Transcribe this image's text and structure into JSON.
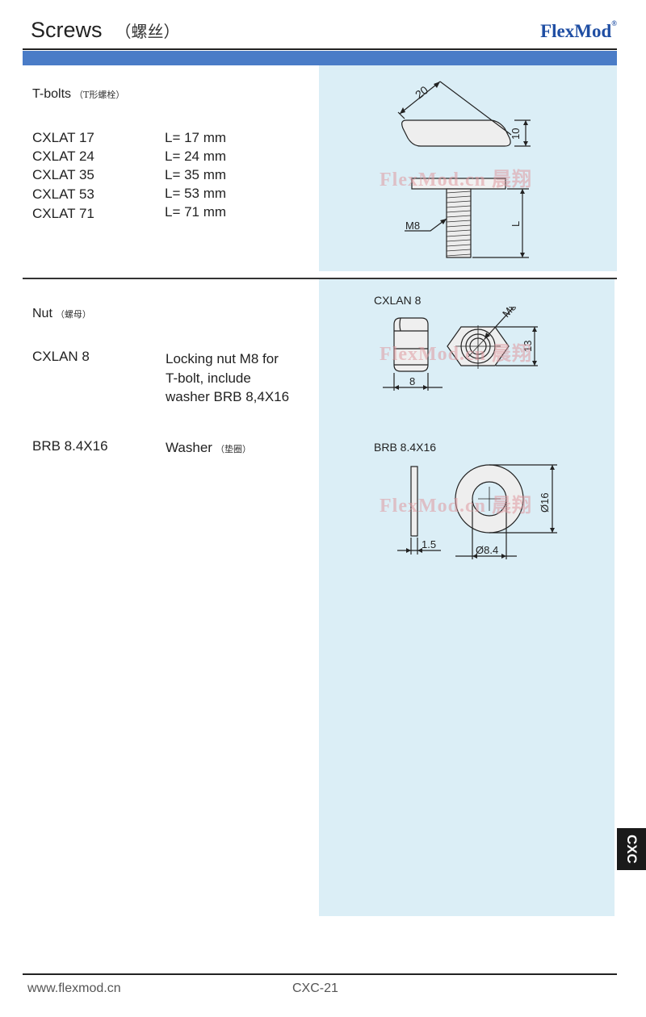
{
  "header": {
    "title": "Screws",
    "title_cn": "（螺丝）",
    "brand": "FlexMod",
    "brand_mark": "®"
  },
  "tbolts": {
    "title": "T-bolts",
    "title_cn": "（T形螺栓）",
    "items": [
      {
        "code": "CXLAT 17",
        "length": "L= 17 mm"
      },
      {
        "code": "CXLAT 24",
        "length": "L= 24 mm"
      },
      {
        "code": "CXLAT 35",
        "length": "L= 35 mm"
      },
      {
        "code": "CXLAT 53",
        "length": "L= 53 mm"
      },
      {
        "code": "CXLAT 71",
        "length": "L= 71 mm"
      }
    ],
    "drawing": {
      "dim_width": "20",
      "dim_height": "10",
      "thread": "M8",
      "length": "L"
    }
  },
  "nut": {
    "title": "Nut",
    "title_cn": "（螺母）",
    "code": "CXLAN 8",
    "description": [
      "Locking nut M8 for",
      "T-bolt, include",
      "washer  BRB 8,4X16"
    ],
    "drawing": {
      "label": "CXLAN 8",
      "dim_thread": "M8",
      "dim_height": "13",
      "dim_width": "8"
    }
  },
  "washer": {
    "code": "BRB 8.4X16",
    "name": "Washer",
    "name_cn": "（垫圈）",
    "drawing": {
      "label": "BRB 8.4X16",
      "dim_thickness": "1.5",
      "dim_inner": "Ø8.4",
      "dim_outer": "Ø16"
    }
  },
  "watermark": "FlexMod.cn 晨翔",
  "side_tab": "CXC",
  "footer": {
    "url": "www.flexmod.cn",
    "page": "CXC-21"
  }
}
